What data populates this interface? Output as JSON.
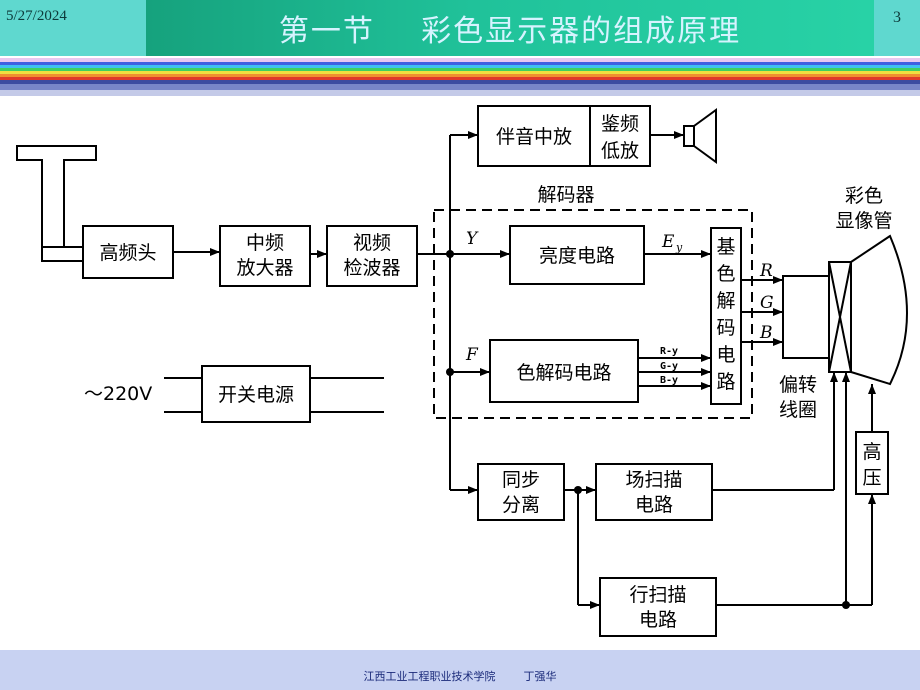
{
  "header": {
    "date": "5/27/2024",
    "title": "第一节    彩色显示器的组成原理",
    "page_number": "3"
  },
  "diagram": {
    "blocks": {
      "tuner": "高频头",
      "if_amp_line1": "中频",
      "if_amp_line2": "放大器",
      "video_det_line1": "视频",
      "video_det_line2": "检波器",
      "sound_if": "伴音中放",
      "discrim_line1": "鉴频",
      "discrim_line2": "低放",
      "luma": "亮度电路",
      "chroma_decoder": "色解码电路",
      "matrix": [
        "基",
        "色",
        "解",
        "码",
        "电",
        "路"
      ],
      "sync_sep_line1": "同步",
      "sync_sep_line2": "分离",
      "vert_scan_line1": "场扫描",
      "vert_scan_line2": "电路",
      "horiz_scan_line1": "行扫描",
      "horiz_scan_line2": "电路",
      "hv": [
        "高",
        "压"
      ],
      "psu": "开关电源"
    },
    "labels": {
      "decoder": "解码器",
      "crt_line1": "彩色",
      "crt_line2": "显像管",
      "yoke_line1": "偏转",
      "yoke_line2": "线圈",
      "mains": "～220V",
      "sig_y": "Y",
      "sig_f": "F",
      "sig_e": "E",
      "sig_e_sub": "y",
      "sig_r": "R",
      "sig_g": "G",
      "sig_b": "B",
      "diff_ry": "R-y",
      "diff_gy": "G-y",
      "diff_by": "B-y"
    }
  },
  "footer": {
    "text": "江西工业工程职业技术学院        丁强华"
  },
  "colors": {
    "header_teal": "#5fd8cf",
    "title_green": "#1fbf96",
    "footer_lavender": "#c8d2f2"
  }
}
